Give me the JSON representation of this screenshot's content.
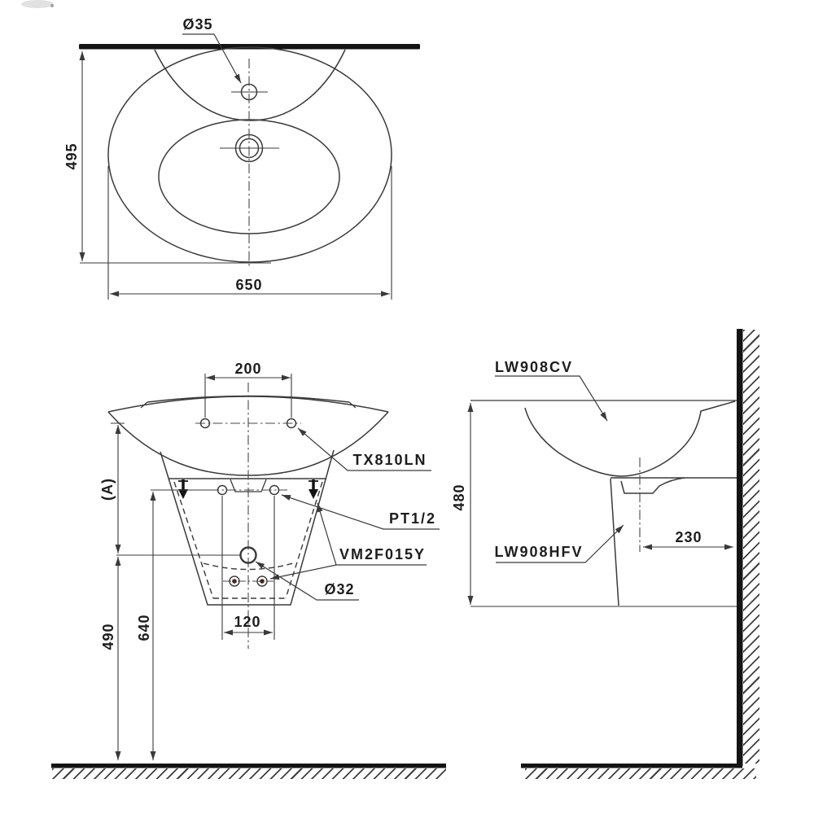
{
  "colors": {
    "ink": "#3a3a3a",
    "thin": "#474747",
    "heavy": "#141414",
    "text": "#1d1d1d",
    "screw_dot": "#40251e"
  },
  "top_view": {
    "faucet_hole_dia": "Ø35",
    "depth": "495",
    "width": "650"
  },
  "front_view": {
    "faucet_hole_spacing": "200",
    "rim_height_ref": "(A)",
    "drain_height": "490",
    "supply_height": "640",
    "supply_spacing": "120",
    "drain_dia": "Ø32",
    "faucet_code": "TX810LN",
    "supply_code": "PT1/2",
    "fixing_kit_code": "VM2F015Y"
  },
  "side_view": {
    "basin_code": "LW908CV",
    "pedestal_code": "LW908HFV",
    "pedestal_height": "480",
    "drain_wall_offset": "230"
  }
}
